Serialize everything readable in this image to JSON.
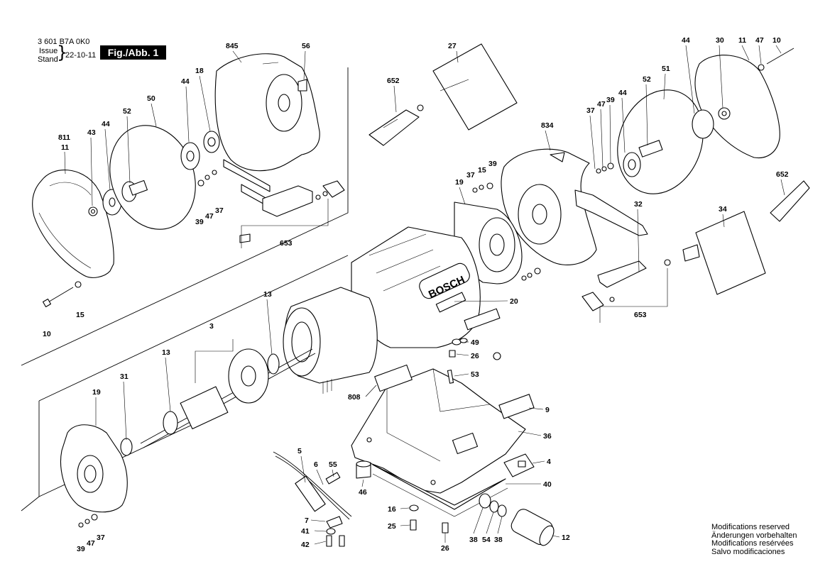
{
  "header": {
    "part_number": "3 601 B7A 0K0",
    "issue_label": "Issue",
    "stand_label": "Stand",
    "date": "22-10-11",
    "figure_label": "Fig./Abb. 1"
  },
  "notes": [
    "Modifications reserved",
    "Änderungen vorbehalten",
    "Modifications resérvées",
    "Salvo modificaciones"
  ],
  "part_labels": {
    "l845": "845",
    "l56": "56",
    "l18": "18",
    "l44a": "44",
    "l50": "50",
    "l52a": "52",
    "l43": "43",
    "l44b": "44",
    "l811": "811",
    "l11a": "11",
    "l39a": "39",
    "l47a": "47",
    "l37a": "37",
    "l653a": "653",
    "l10a": "10",
    "l15a": "15",
    "l652a": "652",
    "l27": "27",
    "l834": "834",
    "l37b": "37",
    "l15b": "15",
    "l39b": "39",
    "l19a": "19",
    "l37c": "37",
    "l47b": "47",
    "l39c": "39",
    "l44c": "44",
    "l52b": "52",
    "l51": "51",
    "l44d": "44",
    "l30": "30",
    "l11b": "11",
    "l47c": "47",
    "l10b": "10",
    "l652b": "652",
    "l32": "32",
    "l34": "34",
    "l653b": "653",
    "l20": "20",
    "l49": "49",
    "l26a": "26",
    "l53": "53",
    "l13a": "13",
    "l3": "3",
    "l13b": "13",
    "l31": "31",
    "l19b": "19",
    "l808": "808",
    "l9": "9",
    "l36": "36",
    "l4": "4",
    "l40": "40",
    "l5": "5",
    "l6": "6",
    "l55": "55",
    "l46": "46",
    "l7": "7",
    "l41": "41",
    "l42": "42",
    "l16": "16",
    "l25": "25",
    "l26b": "26",
    "l38a": "38",
    "l54": "54",
    "l38b": "38",
    "l12": "12",
    "l39d": "39",
    "l47d": "47",
    "l37d": "37"
  },
  "housing_brand": "BOSCH"
}
